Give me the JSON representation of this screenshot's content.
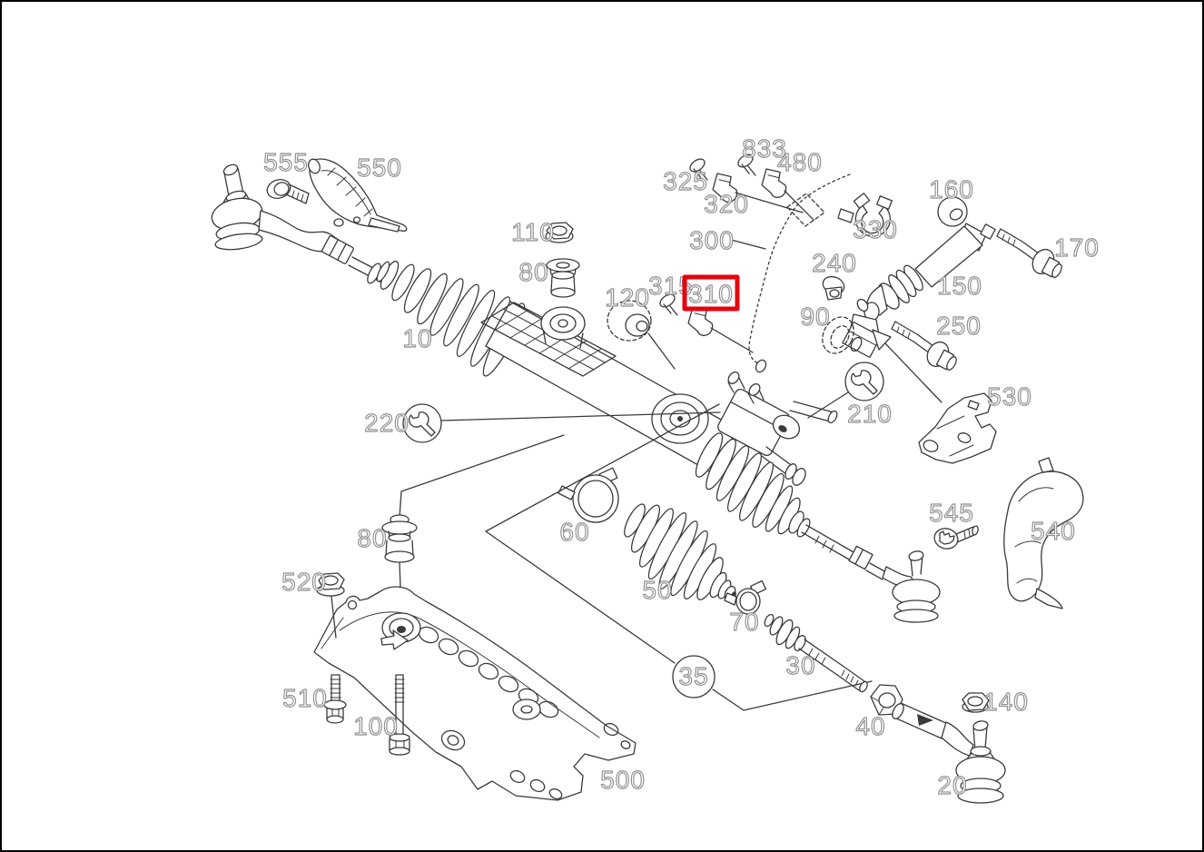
{
  "diagram": {
    "type": "exploded-parts-diagram",
    "subject": "steering gear / rack and pinion assembly with tie rods and subframe",
    "background": "#ffffff",
    "frame_border_color": "#000000",
    "line_color": "#3a3a3a",
    "label_outline_color": "#8f8f8f",
    "highlight_color": "#e8000d",
    "highlighted_part": "310"
  },
  "labels": {
    "p10": "10",
    "p20": "20",
    "p30": "30",
    "p35": "35",
    "p40": "40",
    "p50": "50",
    "p60": "60",
    "p70": "70",
    "p80a": "80",
    "p80b": "80",
    "p90": "90",
    "p100": "100",
    "p110": "110",
    "p120": "120",
    "p140": "140",
    "p150": "150",
    "p160": "160",
    "p170": "170",
    "p210": "210",
    "p220": "220",
    "p240": "240",
    "p250": "250",
    "p300": "300",
    "p310": "310",
    "p315": "315",
    "p320": "320",
    "p325": "325",
    "p330": "330",
    "p480": "480",
    "p500": "500",
    "p510": "510",
    "p520": "520",
    "p530": "530",
    "p540": "540",
    "p545": "545",
    "p550": "550",
    "p555": "555",
    "p833": "833"
  },
  "icons": {
    "wrench_220": "wrench-icon",
    "wrench_210": "wrench-icon",
    "coupling_arrow": "arrow-icon",
    "subframe_arrow": "arrow-icon",
    "tierod_arrow": "arrow-icon"
  }
}
